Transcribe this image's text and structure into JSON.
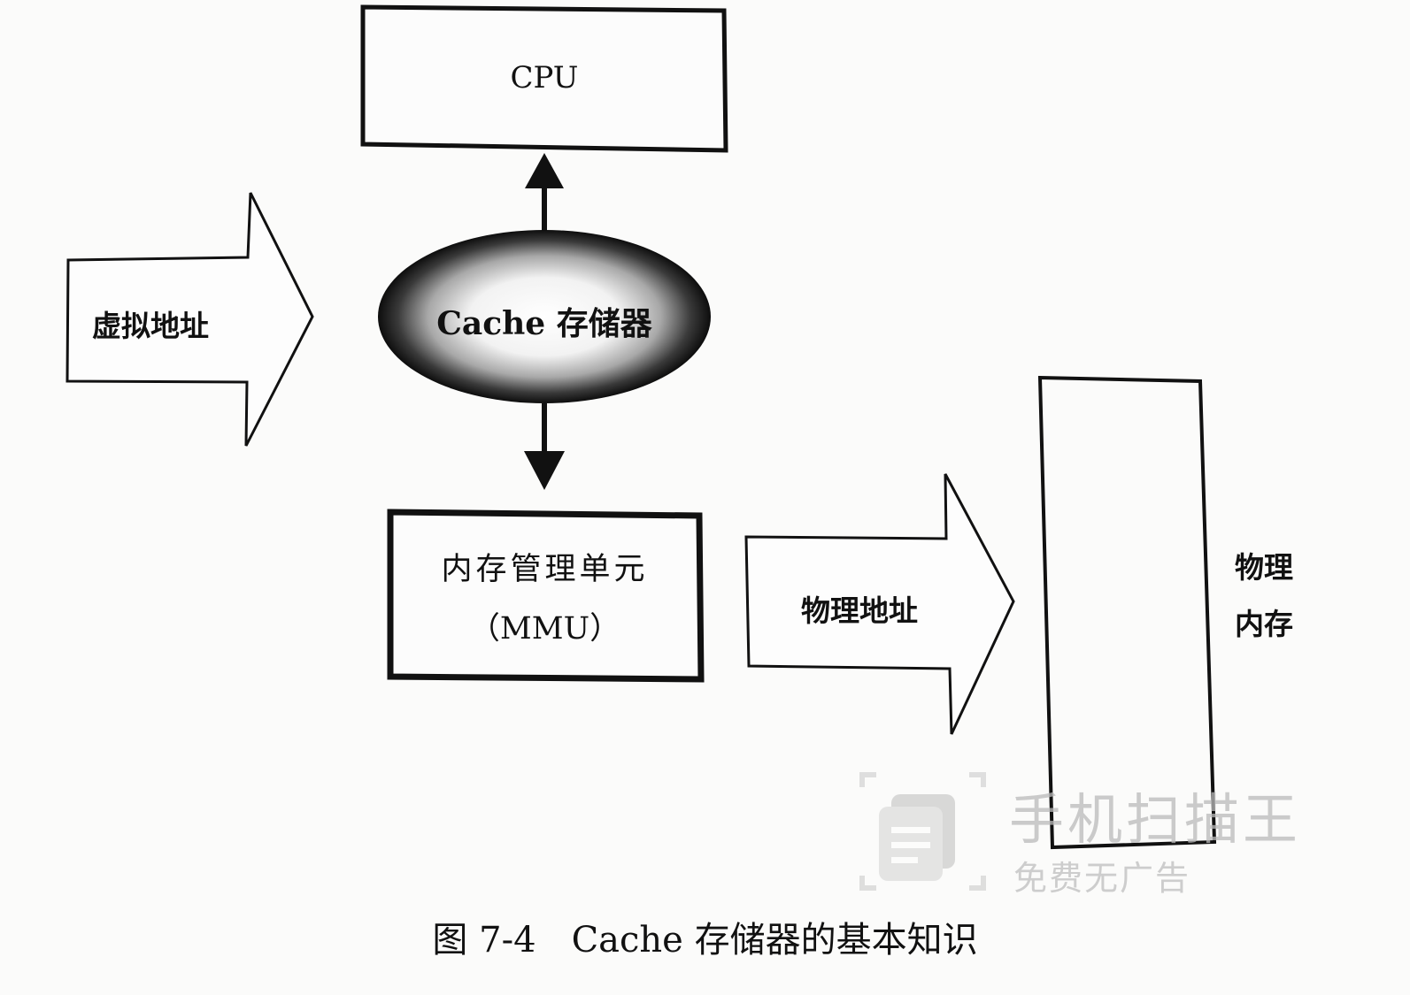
{
  "diagram": {
    "cpu": "CPU",
    "virtual_address": "虚拟地址",
    "cache": "Cache 存储器",
    "mmu_line1": "内存管理单元",
    "mmu_line2": "（MMU）",
    "physical_address": "物理地址",
    "physical_memory_line1": "物理",
    "physical_memory_line2": "内存"
  },
  "caption": {
    "number": "图 7-4",
    "text": "Cache 存储器的基本知识"
  },
  "watermark": {
    "title": "手机扫描王",
    "subtitle": "免费无广告"
  }
}
